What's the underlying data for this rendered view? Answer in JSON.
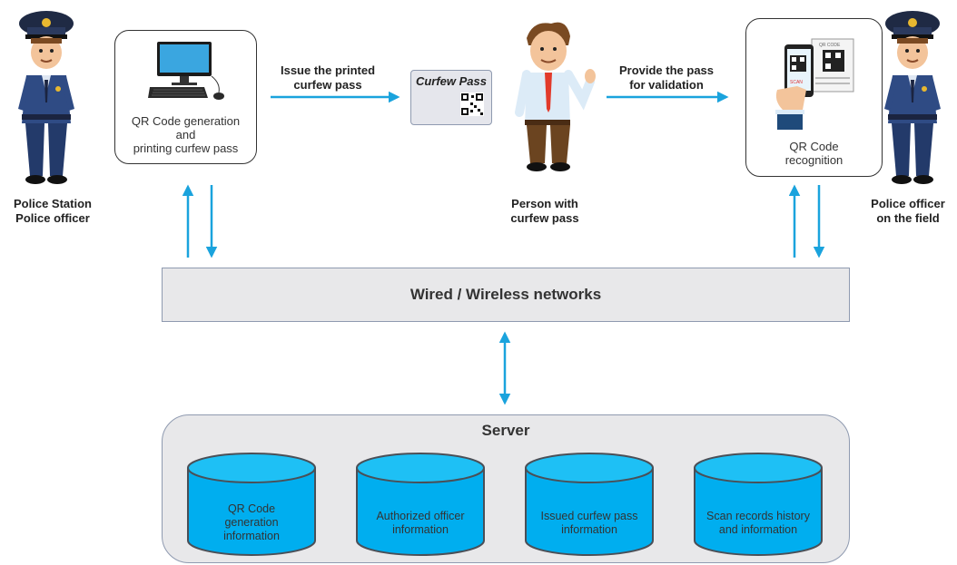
{
  "labels": {
    "station_officer": [
      "Police Station",
      "Police officer"
    ],
    "field_officer": [
      "Police officer",
      "on the field"
    ],
    "person": [
      "Person with",
      "curfew pass"
    ]
  },
  "qr_box": {
    "lines": [
      "QR Code generation",
      "and",
      "printing curfew pass"
    ]
  },
  "scan_box": {
    "lines": [
      "QR Code",
      "recognition"
    ]
  },
  "arrows": {
    "issue": [
      "Issue the printed",
      "curfew pass"
    ],
    "provide": [
      "Provide the pass",
      "for validation"
    ]
  },
  "pass": {
    "title": "Curfew Pass"
  },
  "phone_screen": {
    "qr_label": "QR CODE",
    "scan_label": "SCAN"
  },
  "network": {
    "label": "Wired / Wireless networks"
  },
  "server": {
    "title": "Server",
    "databases": [
      [
        "QR Code",
        "generation",
        "information"
      ],
      [
        "Authorized officer",
        "information"
      ],
      [
        "Issued curfew pass",
        "information"
      ],
      [
        "Scan records history",
        "and information"
      ]
    ]
  },
  "colors": {
    "arrow": "#1aa3dd",
    "db_fill": "#00aeef",
    "db_top": "#1ec0f5",
    "db_stroke": "#4a4f57"
  },
  "icons": [
    "police-officer-icon",
    "computer-icon",
    "person-icon",
    "qr-code-icon",
    "phone-scan-icon",
    "database-icon"
  ]
}
